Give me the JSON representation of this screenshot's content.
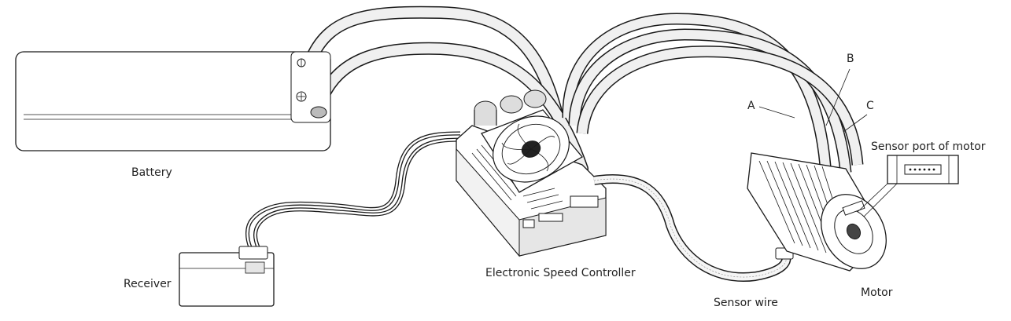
{
  "labels": {
    "battery": "Battery",
    "receiver": "Receiver",
    "esc": "Electronic Speed Controller",
    "sensor_wire": "Sensor wire",
    "motor": "Motor",
    "sensor_port": "Sensor port of motor",
    "phase_a": "A",
    "phase_b": "B",
    "phase_c": "C"
  },
  "colors": {
    "line": "#1a1a1a",
    "fill_light": "#f2f2f2",
    "fill_mid": "#d9d9d9",
    "fill_dark": "#9a9a9a"
  }
}
